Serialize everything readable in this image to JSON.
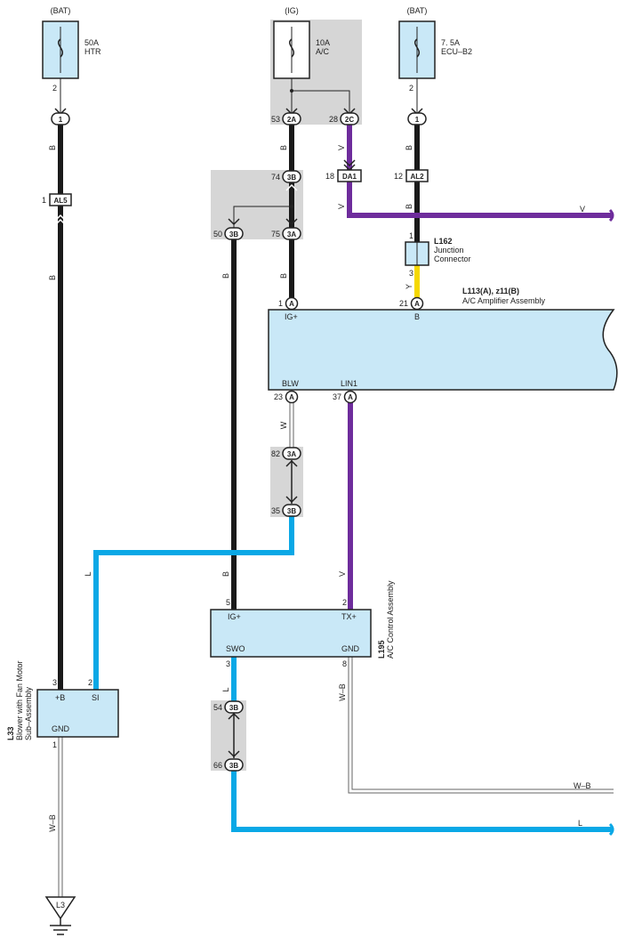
{
  "colors": {
    "black_wire": "#1a1a1a",
    "blue_wire": "#0aa8e6",
    "purple_wire": "#6e2c9c",
    "yellow_wire": "#f5d800",
    "component_fill": "#c9e8f7",
    "shaded_block": "#d6d6d6"
  },
  "power": {
    "bat1": "(BAT)",
    "fuse1_rating": "50A",
    "fuse1_name": "HTR",
    "fuse1_pin": "2",
    "ig": "(IG)",
    "fuse2_rating": "10A",
    "fuse2_name": "A/C",
    "bat2": "(BAT)",
    "fuse3_rating": "7. 5A",
    "fuse3_name": "ECU–B2",
    "fuse3_pin": "2"
  },
  "connectors": {
    "c1": "1",
    "al5": "AL5",
    "al5_pin": "1",
    "c2a": "2A",
    "c2a_pin": "53",
    "c2c": "2C",
    "c2c_pin": "28",
    "da1": "DA1",
    "da1_pin": "18",
    "c1b": "1",
    "al2": "AL2",
    "al2_pin": "12",
    "c3b_top": "3B",
    "c3b_top_pin": "74",
    "c3b_left": "3B",
    "c3b_left_pin": "50",
    "c3a": "3A",
    "c3a_pin": "75",
    "a1": "A",
    "a1_pin": "1",
    "a21": "A",
    "a21_pin": "21",
    "a23": "A",
    "a23_pin": "23",
    "a37": "A",
    "a37_pin": "37",
    "c3a2": "3A",
    "c3a2_pin": "82",
    "c3b2": "3B",
    "c3b2_pin": "35",
    "c3b3": "3B",
    "c3b3_pin": "54",
    "c3b4": "3B",
    "c3b4_pin": "66",
    "l162_pin_top": "1",
    "l162_pin_bot": "3"
  },
  "wires": {
    "b": "B",
    "v": "V",
    "w": "W",
    "l": "L",
    "y": "Y",
    "wb": "W–B"
  },
  "junction": {
    "id": "L162",
    "name1": "Junction",
    "name2": "Connector"
  },
  "amplifier": {
    "id": "L113(A), z11(B)",
    "name": "A/C Amplifier Assembly",
    "ig": "IG+",
    "b": "B",
    "blw": "BLW",
    "lin1": "LIN1"
  },
  "control": {
    "id": "L195",
    "name": "A/C Control Assembly",
    "ig": "IG+",
    "tx": "TX+",
    "swo": "SWO",
    "gnd": "GND",
    "pin_ig": "5",
    "pin_tx": "2",
    "pin_swo": "3",
    "pin_gnd": "8"
  },
  "blower": {
    "id": "L33",
    "name1": "Blower with Fan Motor",
    "name2": "Sub–Assembly",
    "b": "+B",
    "si": "SI",
    "gnd": "GND",
    "pin_b": "3",
    "pin_si": "2",
    "pin_gnd": "1"
  },
  "ground": {
    "id": "L3"
  }
}
